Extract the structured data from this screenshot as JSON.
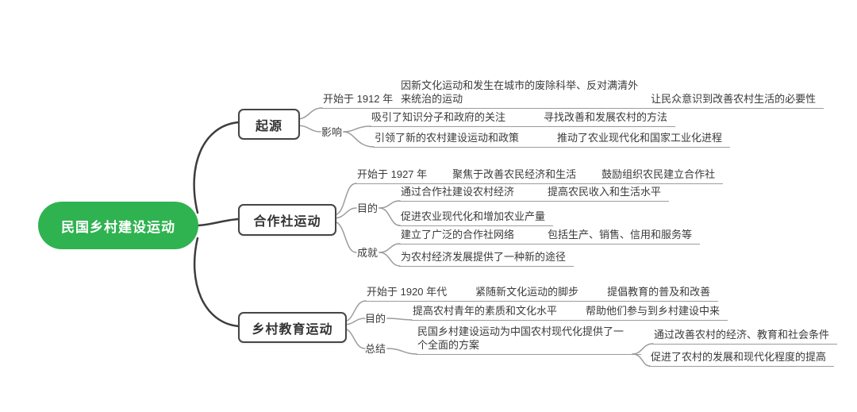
{
  "mindmap": {
    "root": {
      "label": "民国乡村建设运动"
    },
    "branches": [
      {
        "label": "起源",
        "children": [
          {
            "type": "chain",
            "items": [
              "开始于 1912 年",
              "因新文化运动和发生在城市的废除科举、反对满清外来统治的运动",
              "让民众意识到改善农村生活的必要性"
            ]
          },
          {
            "type": "group",
            "label": "影响",
            "rows": [
              [
                "吸引了知识分子和政府的关注",
                "寻找改善和发展农村的方法"
              ],
              [
                "引领了新的农村建设运动和政策",
                "推动了农业现代化和国家工业化进程"
              ]
            ]
          }
        ]
      },
      {
        "label": "合作社运动",
        "children": [
          {
            "type": "chain",
            "items": [
              "开始于 1927 年",
              "聚焦于改善农民经济和生活",
              "鼓励组织农民建立合作社"
            ]
          },
          {
            "type": "group",
            "label": "目的",
            "rows": [
              [
                "通过合作社建设农村经济",
                "提高农民收入和生活水平"
              ],
              [
                "促进农业现代化和增加农业产量"
              ]
            ]
          },
          {
            "type": "group",
            "label": "成就",
            "rows": [
              [
                "建立了广泛的合作社网络",
                "包括生产、销售、信用和服务等"
              ],
              [
                "为农村经济发展提供了一种新的途径"
              ]
            ]
          }
        ]
      },
      {
        "label": "乡村教育运动",
        "children": [
          {
            "type": "chain",
            "items": [
              "开始于 1920 年代",
              "紧随新文化运动的脚步",
              "提倡教育的普及和改善"
            ]
          },
          {
            "type": "group",
            "label": "目的",
            "rows": [
              [
                "提高农村青年的素质和文化水平",
                "帮助他们参与到乡村建设中来"
              ]
            ]
          },
          {
            "type": "group",
            "label": "总结",
            "node": "民国乡村建设运动为中国农村现代化提供了一个全面的方案",
            "rows": [
              [
                "通过改善农村的经济、教育和社会条件"
              ],
              [
                "促进了农村的发展和现代化程度的提高"
              ]
            ]
          }
        ]
      }
    ]
  },
  "colors": {
    "root_bg": "#2fb350",
    "root_text": "#ffffff",
    "line_dark": "#3d3d3d",
    "line_light": "#9c9c9c",
    "text": "#3a3a3a",
    "box_border": "#454545",
    "canvas_bg": "#ffffff"
  }
}
